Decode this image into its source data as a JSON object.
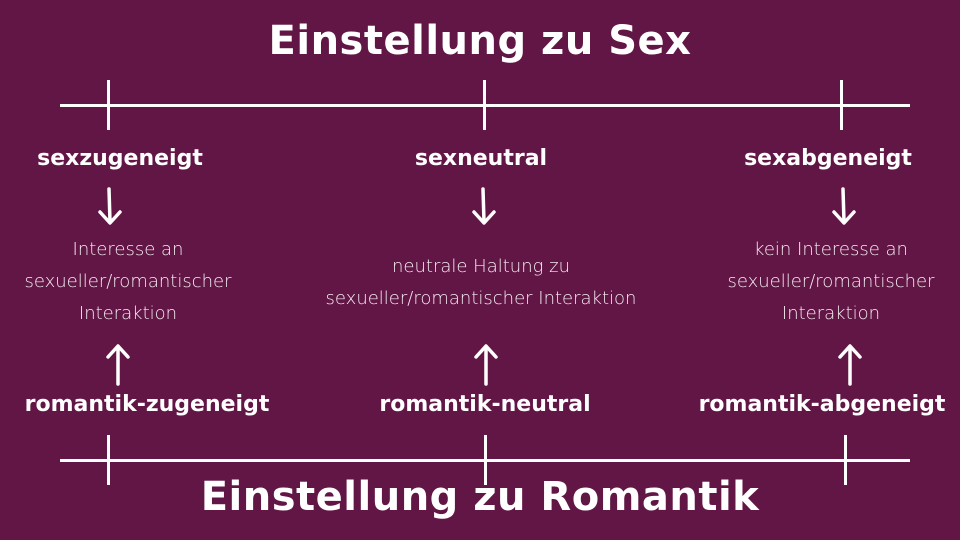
{
  "top_title": "Einstellung zu Sex",
  "bottom_title": "Einstellung zu Romantik",
  "sex_labels": [
    "sexzugeneigt",
    "sexneutral",
    "sexabgeneigt"
  ],
  "romantic_labels": [
    "romantik-zugeneigt",
    "romantik-neutral",
    "romantik-abgeneigt"
  ],
  "descriptions": [
    [
      "Interesse an",
      "sexueller/romantischer",
      "Interaktion"
    ],
    [
      "neutrale Haltung zu",
      "sexueller/romantischer Interaktion"
    ],
    [
      "kein Interesse an",
      "sexueller/romantischer",
      "Interaktion"
    ]
  ],
  "colors": {
    "background": "#621645",
    "foreground": "#ffffff"
  }
}
